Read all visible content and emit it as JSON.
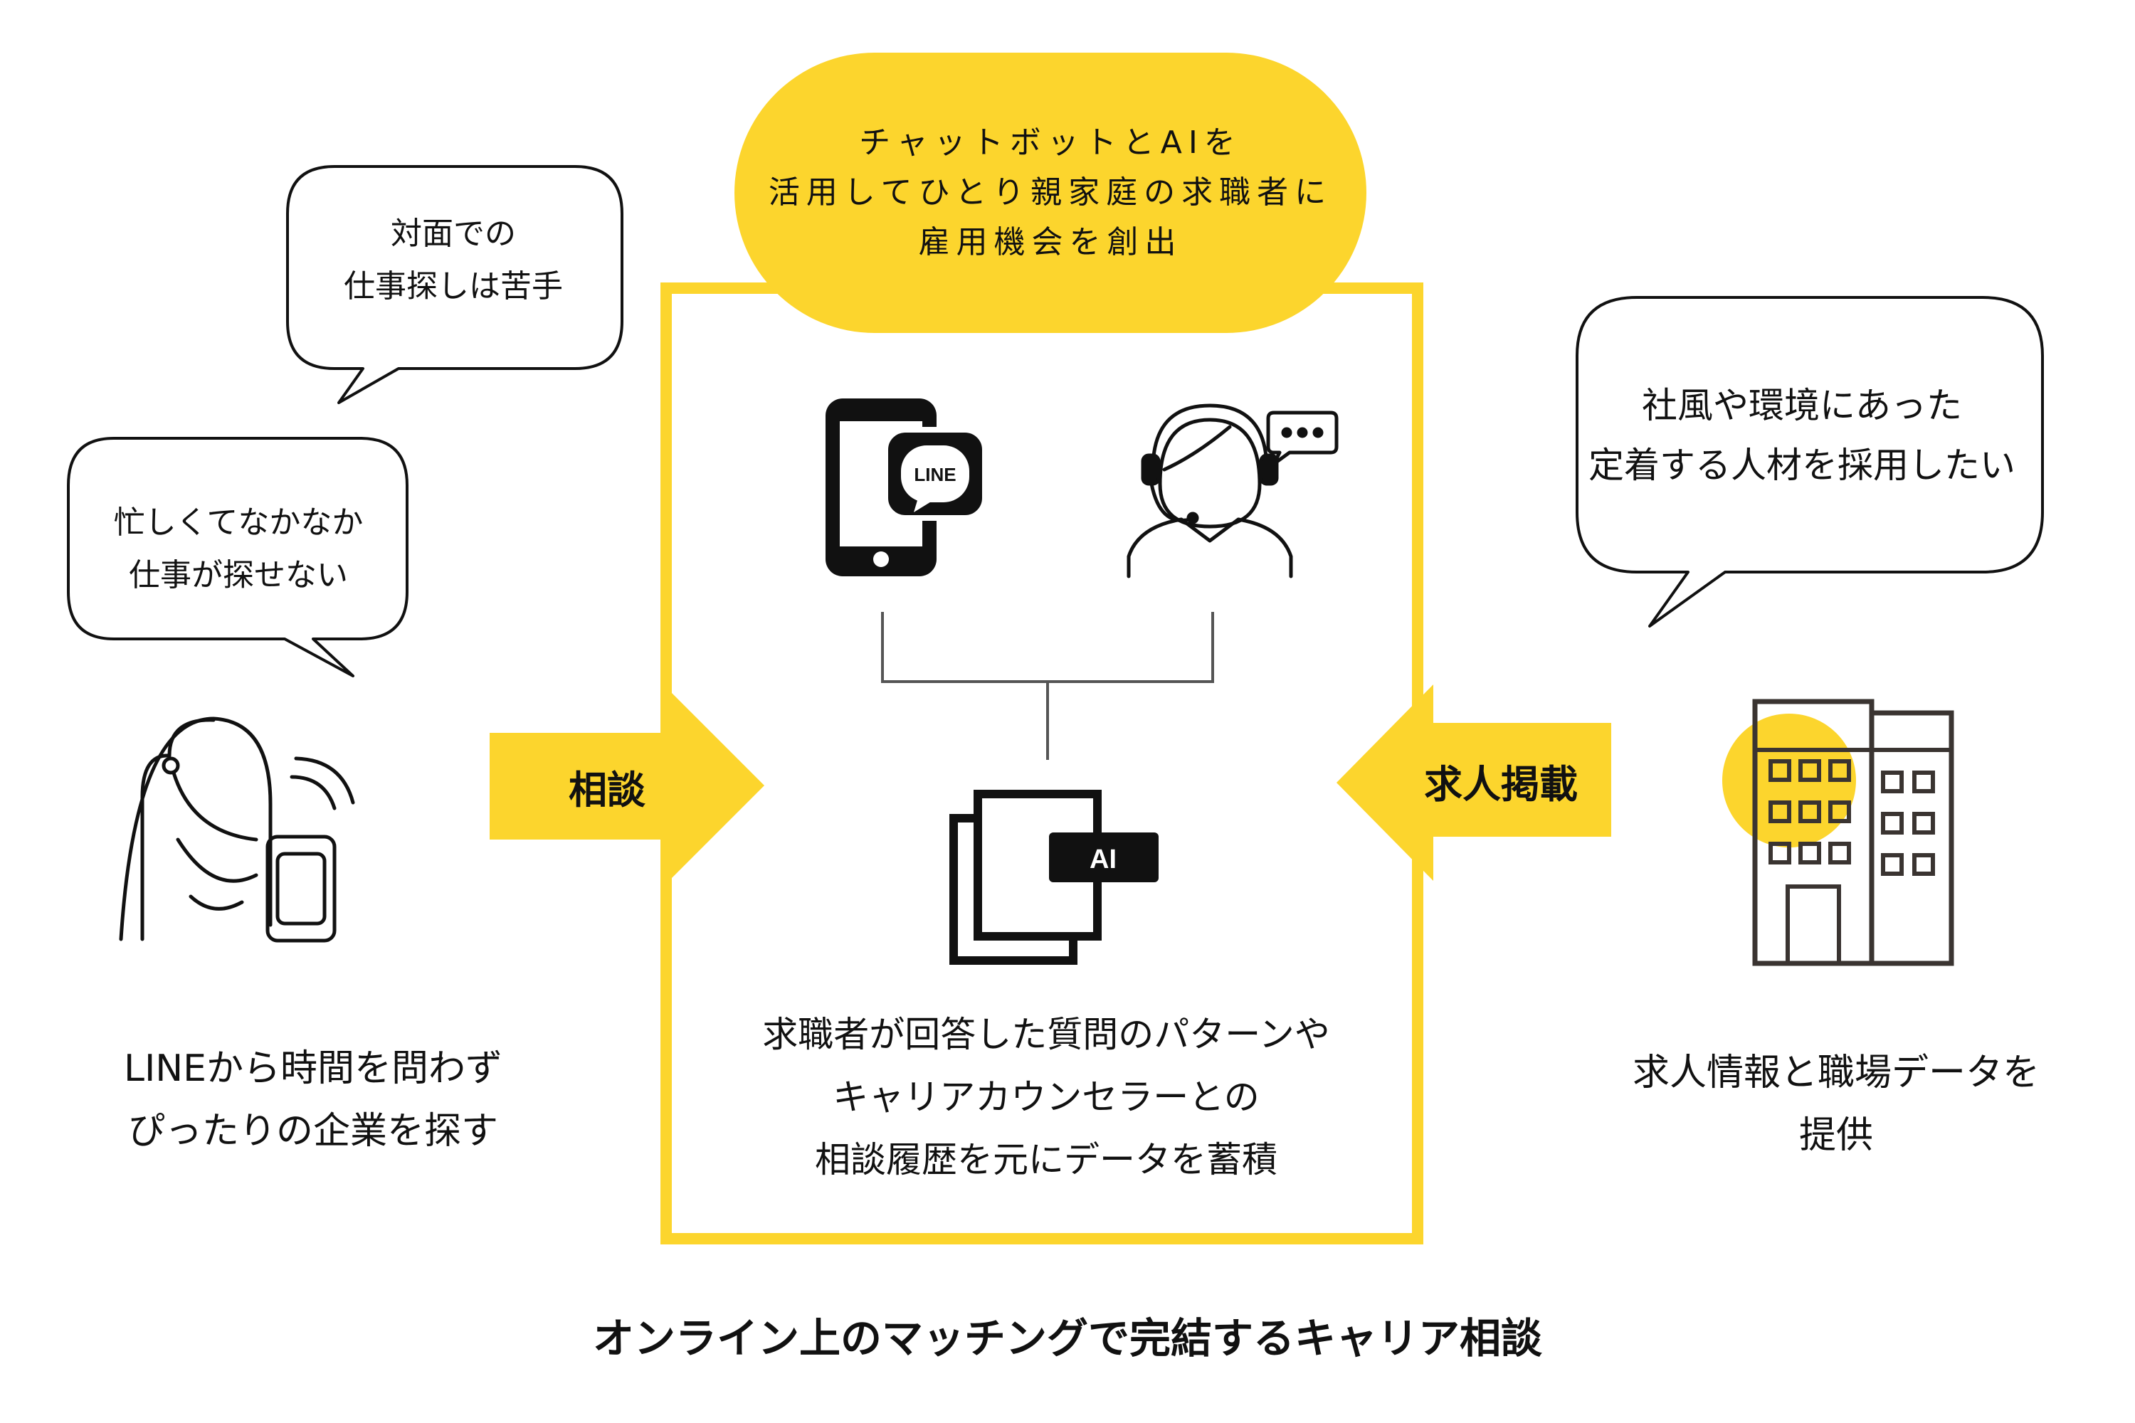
{
  "pill": {
    "lines": [
      "チャットボットとAIを",
      "活用してひとり親家庭の求職者に",
      "雇用機会を創出"
    ]
  },
  "bubbles": {
    "top_left": {
      "lines": [
        "対面での",
        "仕事探しは苦手"
      ]
    },
    "mid_left": {
      "lines": [
        "忙しくてなかなか",
        "仕事が探せない"
      ]
    },
    "right": {
      "lines": [
        "社風や環境にあった",
        "定着する人材を採用したい"
      ]
    }
  },
  "arrows": {
    "left_label": "相談",
    "right_label": "求人掲載"
  },
  "icons": {
    "phone_badge": "LINE",
    "ai_badge": "AI"
  },
  "captions": {
    "left": [
      "LINEから時間を問わず",
      "ぴったりの企業を探す"
    ],
    "center": [
      "求職者が回答した質問のパターンや",
      "キャリアカウンセラーとの",
      "相談履歴を元にデータを蓄積"
    ],
    "right": [
      "求人情報と職場データを",
      "提供"
    ]
  },
  "bottom_title": "オンライン上のマッチングで完結するキャリア相談",
  "colors": {
    "accent_yellow": "#FCD52D",
    "ink": "#111111",
    "building_outline": "#3a3431",
    "connector_gray": "#555555"
  }
}
